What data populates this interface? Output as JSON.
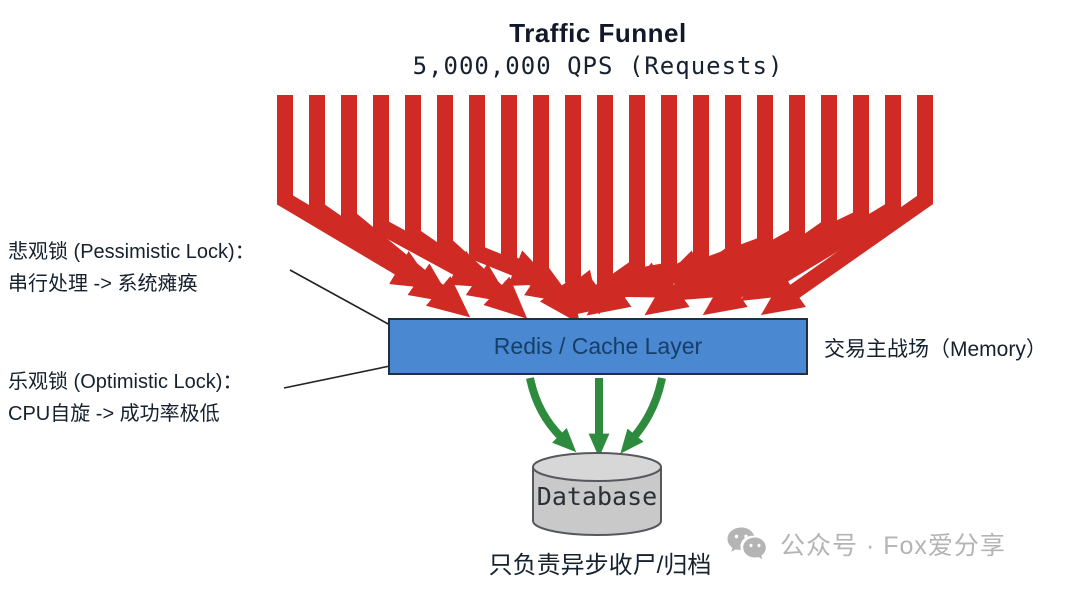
{
  "title": "Traffic Funnel",
  "subtitle": "5,000,000 QPS (Requests)",
  "annotations": {
    "pessimistic": {
      "line1": "悲观锁 (Pessimistic Lock)：",
      "line2": "串行处理 -> 系统瘫痪"
    },
    "optimistic": {
      "line1": "乐观锁 (Optimistic Lock)：",
      "line2": "CPU自旋 -> 成功率极低"
    },
    "memory": "交易主战场（Memory）",
    "database_caption": "只负责异步收尸/归档"
  },
  "nodes": {
    "cache": {
      "label": "Redis / Cache Layer"
    },
    "database": {
      "label": "Database"
    }
  },
  "watermark": {
    "icon": "wechat-icon",
    "text": "公众号 · Fox爱分享"
  },
  "colors": {
    "arrow_red": "#cf2a24",
    "arrow_green": "#2e8b3d",
    "box_fill": "#4a88d2",
    "box_border": "#21303f",
    "box_text": "#173e66",
    "cylinder_fill": "#c9c9c9",
    "cylinder_top": "#d7d7d7",
    "cylinder_stroke": "#55585c",
    "connector_line": "#222222",
    "watermark_gray": "#b4b4b4"
  },
  "diagram": {
    "red_arrow_count": 21,
    "green_arrow_count": 3
  }
}
